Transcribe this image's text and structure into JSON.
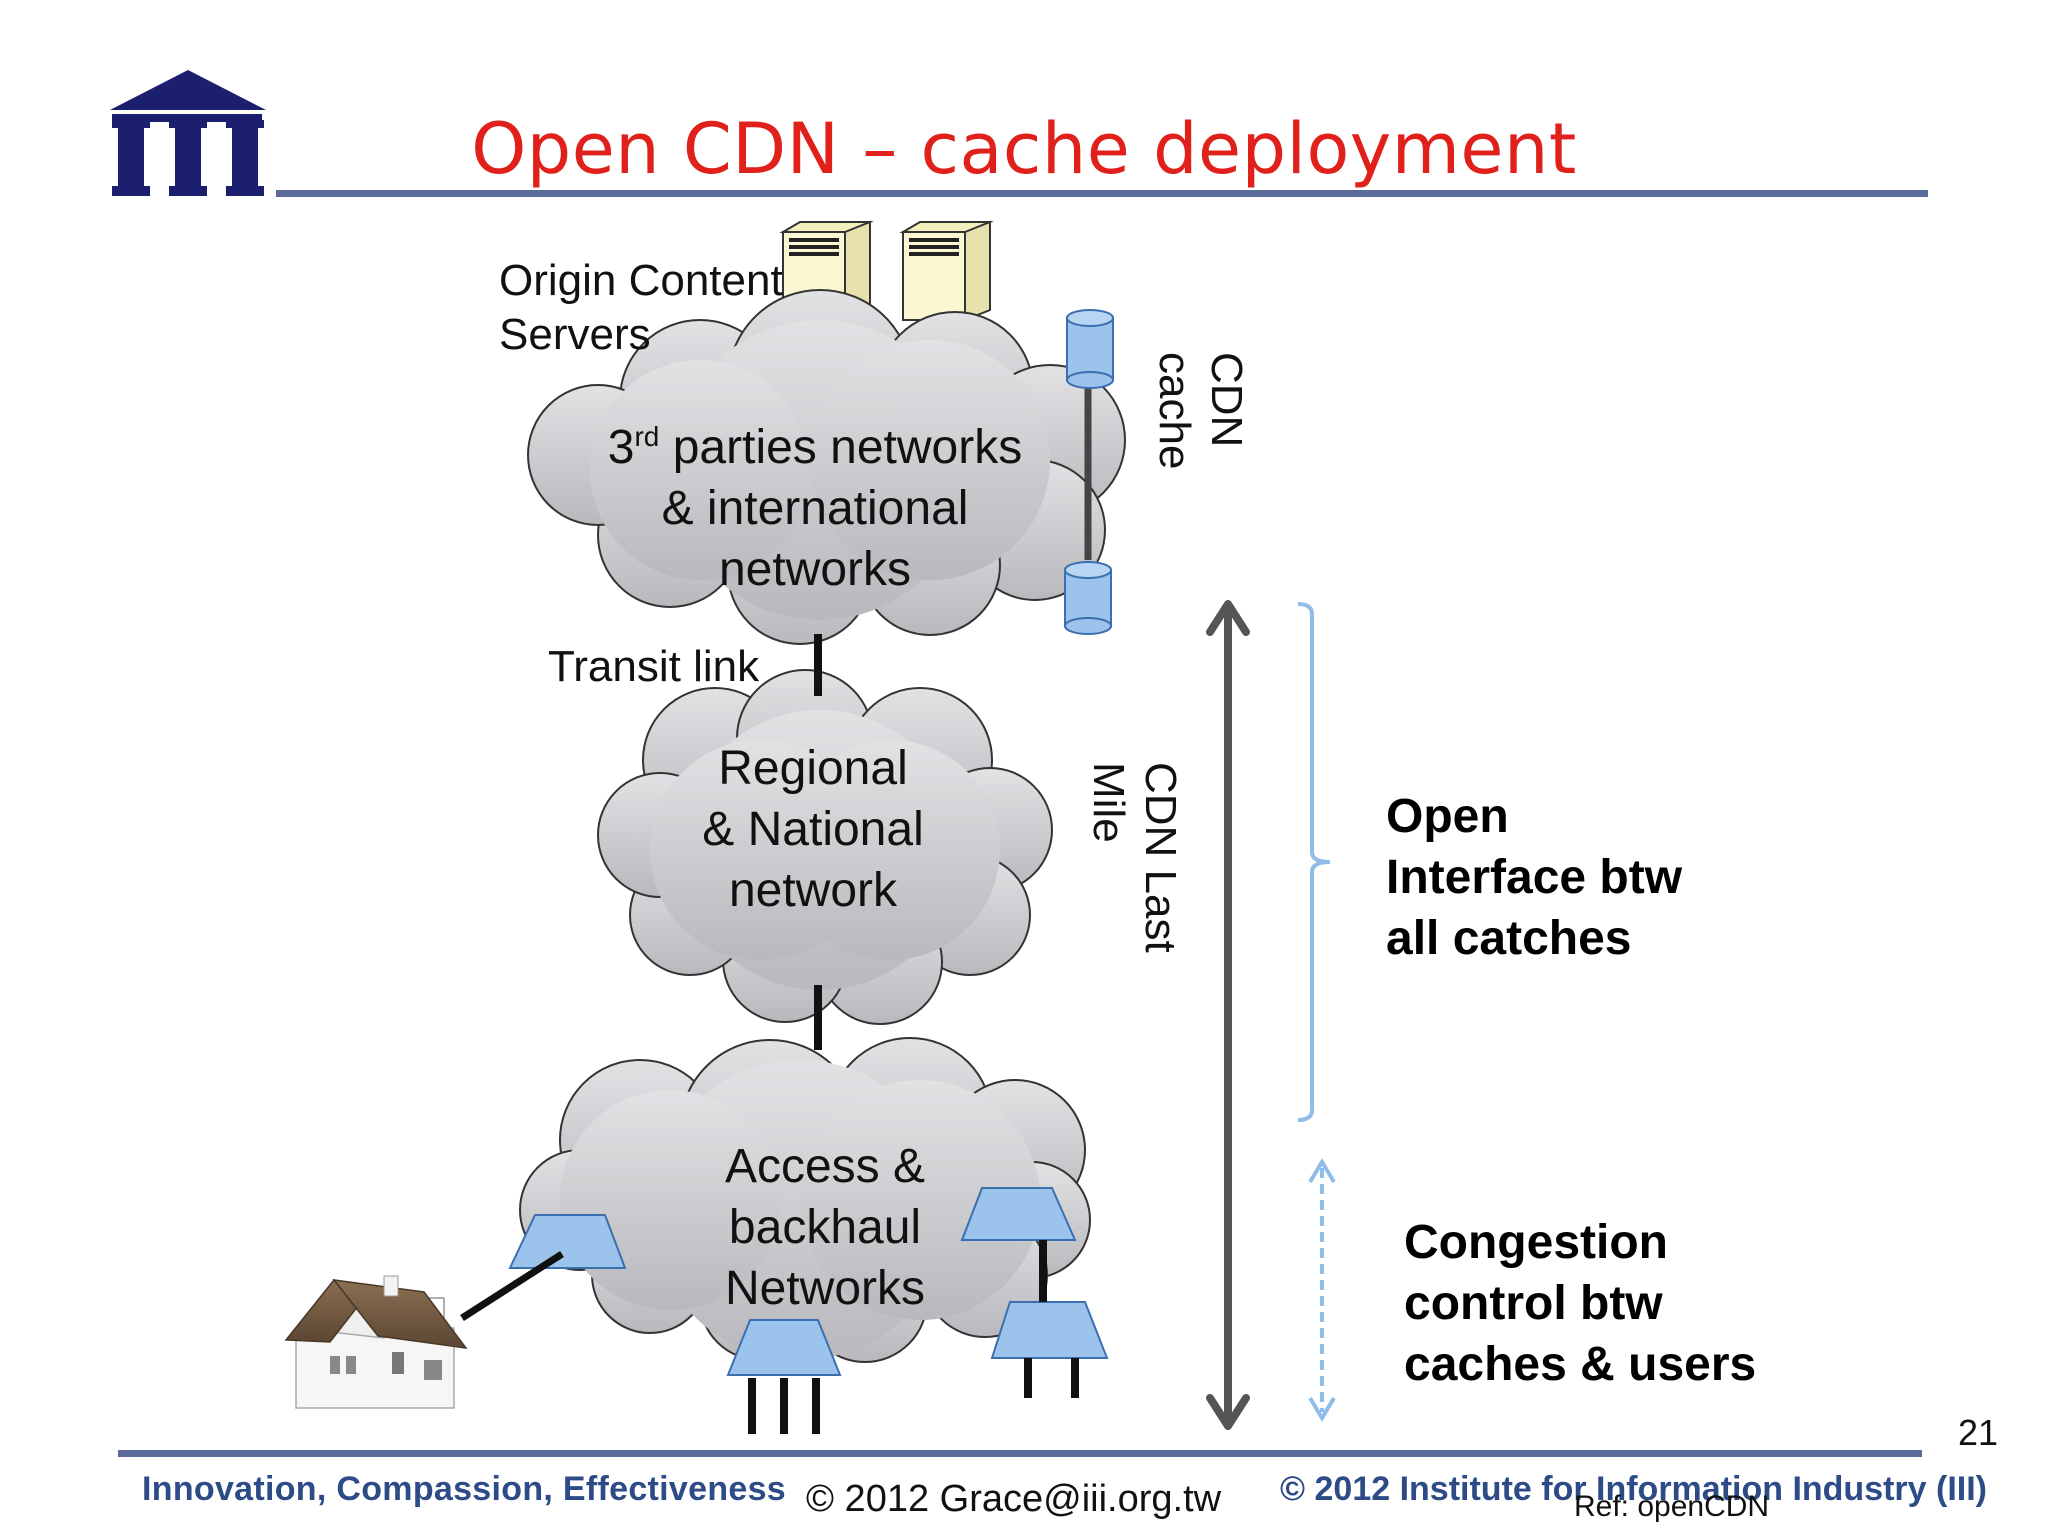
{
  "title": "Open CDN – cache deployment",
  "logo": {
    "text": "III",
    "color": "#1b1f6e"
  },
  "labels": {
    "origin_line1": "Origin Content",
    "origin_line2": "Servers",
    "transit_link": "Transit link",
    "cdn_cache_line1": "CDN",
    "cdn_cache_line2": "cache",
    "cdn_last_mile_line1": "CDN Last",
    "cdn_last_mile_line2": "Mile"
  },
  "clouds": {
    "third_party": {
      "line1_main": "3",
      "line1_sup": "rd",
      "line1_rest": " parties networks",
      "line2": "& international",
      "line3": "networks"
    },
    "regional": {
      "line1": "Regional",
      "line2": "& National",
      "line3": "network"
    },
    "access": {
      "line1": "Access &",
      "line2": "backhaul",
      "line3": "Networks"
    }
  },
  "callouts": {
    "open_interface": {
      "line1": "Open",
      "line2": "Interface btw",
      "line3": "all catches"
    },
    "congestion": {
      "line1": "Congestion",
      "line2": "control btw",
      "line3": "caches & users"
    }
  },
  "page_number": "21",
  "footer": {
    "slogan": "Innovation, Compassion, Effectiveness",
    "copyright": "©  2012 Grace@iii.org.tw",
    "institute": "© 2012 Institute for Information Industry (III)",
    "reference": "Ref: openCDN"
  },
  "colors": {
    "title": "#e0201b",
    "cloud_fill": "#cfcfd2",
    "cache_blue": "#9cc3eb",
    "bracket_blue": "#8fbde8",
    "rule_navy": "#5a6b9a",
    "footer_navy": "#2d4b86"
  },
  "icons": {
    "logo": "institute-building-icon",
    "server": "server-icon",
    "cache": "database-cylinder-icon",
    "router": "router-trapezoid-icon",
    "house": "house-icon"
  }
}
